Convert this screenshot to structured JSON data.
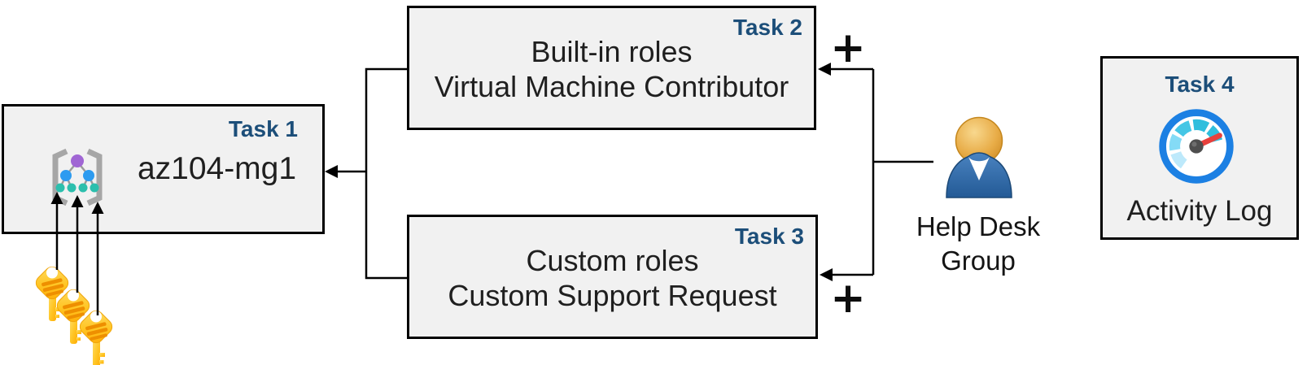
{
  "tasks": {
    "task1": {
      "label": "Task 1",
      "title": "az104-mg1",
      "icon": "management-group-icon"
    },
    "task2": {
      "label": "Task 2",
      "line1": "Built-in roles",
      "line2": "Virtual Machine Contributor"
    },
    "task3": {
      "label": "Task 3",
      "line1": "Custom roles",
      "line2": "Custom Support Request"
    },
    "task4": {
      "label": "Task 4",
      "caption": "Activity Log",
      "icon": "activity-log-gauge-icon"
    }
  },
  "group": {
    "line1": "Help Desk",
    "line2": "Group",
    "icon": "user-icon"
  },
  "connectors": {
    "plus_top": "+",
    "plus_bottom": "+"
  },
  "keys": {
    "icon": "key-icon",
    "count": 3
  },
  "colors": {
    "task_label_blue": "#1C4E79",
    "box_fill": "#F1F1F1",
    "box_border": "#000000",
    "connector_black": "#000000",
    "key_gold": "#FFC524",
    "key_stripe_orange": "#EE8F00",
    "gauge_ring_blue": "#1C80E3",
    "gauge_needle_red": "#E8403C",
    "person_body_blue": "#3B74B2",
    "person_head_orange": "#DD9C2E",
    "mg_purple": "#A066D4",
    "mg_blue": "#2D9BF0",
    "mg_teal": "#2CBFAD",
    "mg_bracket_gray": "#A6A6A6"
  }
}
